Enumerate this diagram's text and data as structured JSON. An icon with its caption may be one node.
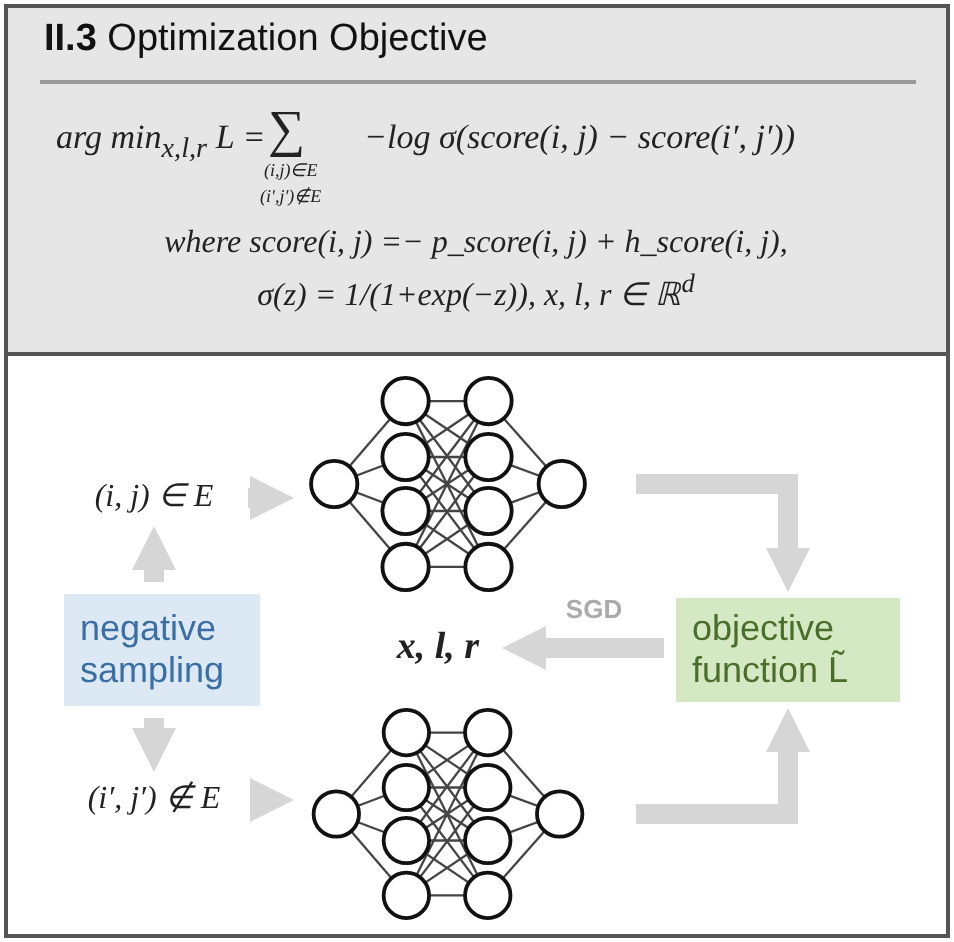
{
  "diagram": {
    "title": "**II.3** Optimization Objective",
    "nodes": [
      {
        "text": [
          "(i, j) ∈ E"
        ]
      },
      {
        "text": [],
        "shape": "picture"
      },
      {
        "text": [
          "negative sampling"
        ]
      },
      {
        "text": [
          "x, l, r"
        ]
      },
      {
        "text": [
          "objective function L̃"
        ]
      },
      {
        "text": [
          "(i′, j′) ∉ E"
        ]
      },
      {
        "text": [],
        "shape": "picture"
      }
    ],
    "edges": [
      {
        "from": 2,
        "to": 0,
        "arrow": "to"
      },
      {
        "from": 0,
        "to": 1,
        "arrow": "to"
      },
      {
        "from": 1,
        "to": 4,
        "arrow": "to"
      },
      {
        "from": 4,
        "to": 3,
        "label": "SGD",
        "arrow": "to"
      },
      {
        "from": 2,
        "to": 5,
        "arrow": "to"
      },
      {
        "from": 5,
        "to": 6,
        "arrow": "to"
      },
      {
        "from": 6,
        "to": 4,
        "arrow": "to"
      }
    ],
    "labels": [
      "arg min$_{x,l,r}$ L =",
      "∑",
      "(i,j)∈E",
      "(i′,j′)∉E",
      "−log σ(score(i, j) − score(i′, j′))",
      "where score(i, j) =− p_score(i, j) + h_score(i, j), σ(z) = 1/(1+exp(−z)), x, l, r ∈ ℝ$^{d}$"
    ]
  }
}
